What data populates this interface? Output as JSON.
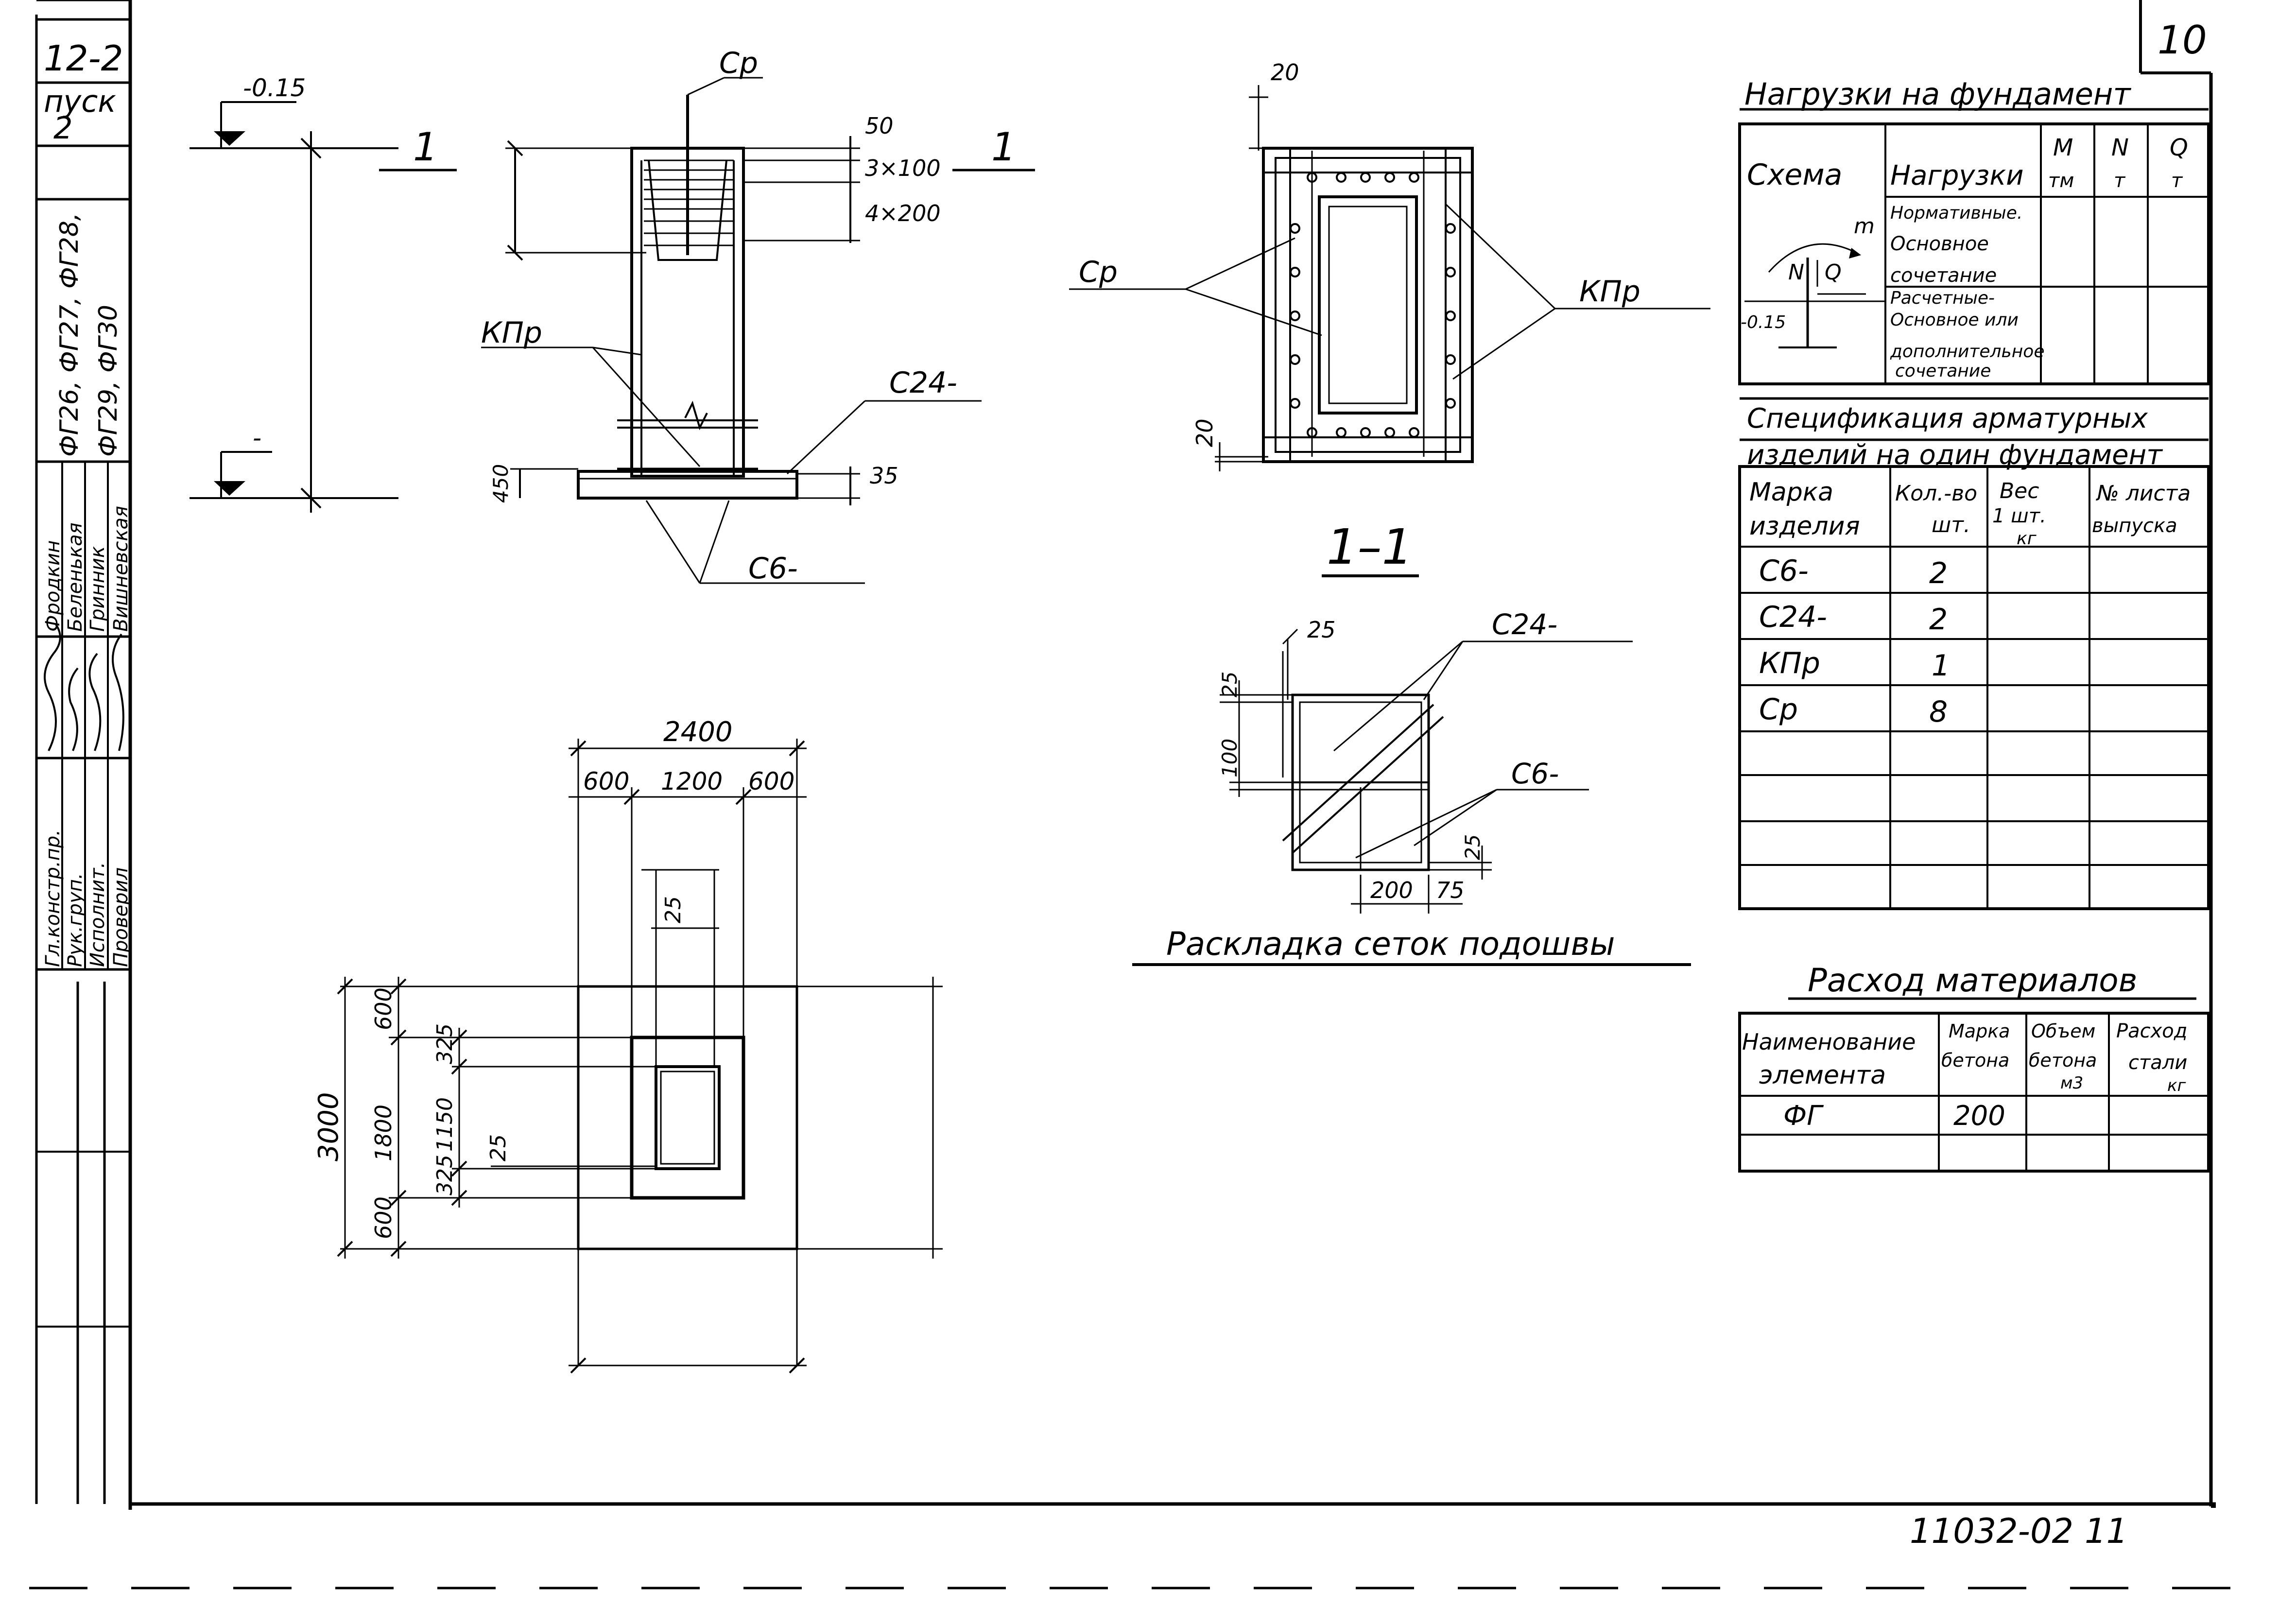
{
  "sheet": {
    "page_number": "10",
    "document_code": "11032-02",
    "document_sheet": "11"
  },
  "side_block": {
    "series_top": "12-2",
    "issue_label": "пуск",
    "issue_number": "2",
    "foundation_marks_1": "ФГ26, ФГ27, ФГ28,",
    "foundation_marks_2": "ФГ29, ФГ30",
    "roles": [
      "Гл.констр.пр.",
      "Рук.груп.",
      "Исполнит.",
      "Проверил"
    ],
    "names": [
      "Фродкин",
      "Беленькая",
      "Гринник",
      "Вишневская"
    ]
  },
  "elevation": {
    "top_level": "-0.15",
    "bottom_level": "-",
    "section_mark": "1",
    "labels": {
      "sr": "Ср",
      "kpr": "КПр",
      "c24": "С24-",
      "c6": "С6-"
    },
    "dims": {
      "d50": "50",
      "d3x100": "3×100",
      "d4x200": "4×200",
      "d450": "450",
      "d35": "35"
    }
  },
  "section": {
    "title": "1–1",
    "labels": {
      "sr": "Ср",
      "kpr": "КПр"
    },
    "dims": {
      "top": "20",
      "bottom": "20"
    }
  },
  "plan": {
    "dims": {
      "width_total": "2400",
      "w_left": "600",
      "w_mid": "1200",
      "w_right": "600",
      "height_total": "3000",
      "h_top": "600",
      "h_mid": "1800",
      "h_bot": "600",
      "inner_top": "325",
      "inner_mid": "1150",
      "inner_bot": "325",
      "gap_top": "25",
      "gap_side": "25"
    }
  },
  "mesh_layout": {
    "title": "Раскладка сеток подошвы",
    "labels": {
      "c24": "С24-",
      "c6": "С6-"
    },
    "dims": {
      "d25_top": "25",
      "d25_left": "25",
      "d100": "100",
      "d25_right": "25",
      "d200": "200",
      "d75": "75"
    }
  },
  "loads_table": {
    "title": "Нагрузки на фундамент",
    "headers": {
      "scheme": "Схема",
      "loads": "Нагрузки",
      "m": "М",
      "m_unit": "тм",
      "n": "N",
      "n_unit": "т",
      "q": "Q",
      "q_unit": "т"
    },
    "rows": [
      [
        "Нормативные.",
        "Основное",
        "сочетание"
      ],
      [
        "Расчетные-",
        "Основное или",
        "дополнительное",
        "сочетание"
      ]
    ],
    "scheme_labels": {
      "m": "m",
      "n": "N",
      "q": "Q",
      "level": "-0.15"
    }
  },
  "spec_table": {
    "title_1": "Спецификация арматурных",
    "title_2": "изделий на один фундамент",
    "headers": {
      "mark_1": "Марка",
      "mark_2": "изделия",
      "qty_1": "Кол.-во",
      "qty_2": "шт.",
      "weight_1": "Вес",
      "weight_2": "1 шт.",
      "weight_3": "кг",
      "sheet_1": "№ листа",
      "sheet_2": "выпуска"
    },
    "rows": [
      {
        "mark": "С6-",
        "qty": "2"
      },
      {
        "mark": "С24-",
        "qty": "2"
      },
      {
        "mark": "КПр",
        "qty": "1"
      },
      {
        "mark": "Ср",
        "qty": "8"
      }
    ],
    "empty_rows": 4
  },
  "materials_table": {
    "title": "Расход материалов",
    "headers": {
      "name_1": "Наименование",
      "name_2": "элемента",
      "grade_1": "Марка",
      "grade_2": "бетона",
      "volume_1": "Объем",
      "volume_2": "бетона",
      "volume_3": "м3",
      "steel_1": "Расход",
      "steel_2": "стали",
      "steel_3": "кг"
    },
    "rows": [
      {
        "name": "ФГ",
        "grade": "200"
      }
    ]
  }
}
